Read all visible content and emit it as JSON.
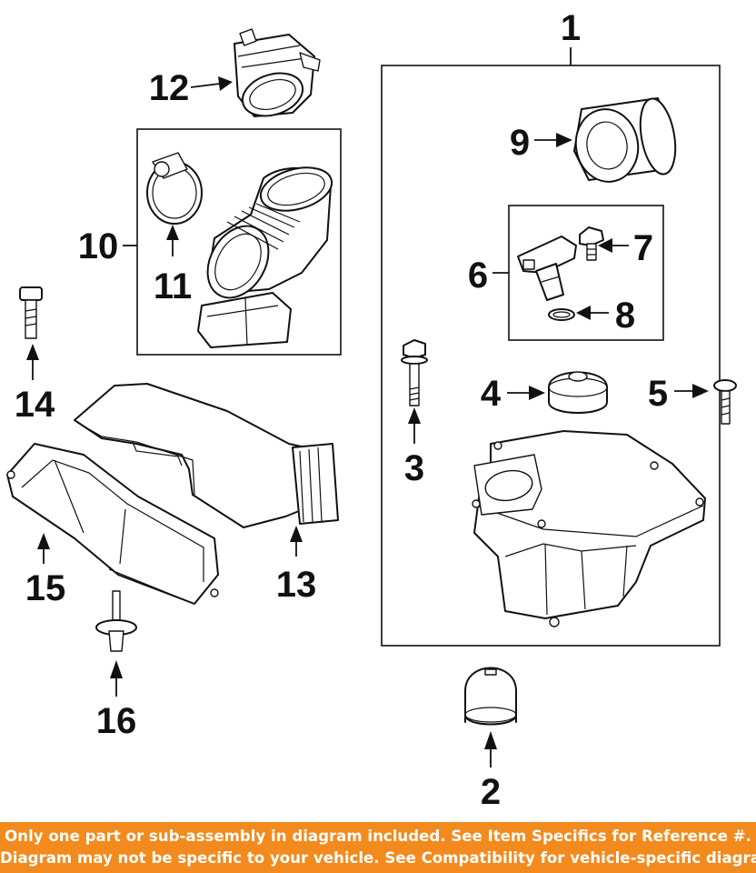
{
  "callouts": {
    "c1": "1",
    "c2": "2",
    "c3": "3",
    "c4": "4",
    "c5": "5",
    "c6": "6",
    "c7": "7",
    "c8": "8",
    "c9": "9",
    "c10": "10",
    "c11": "11",
    "c12": "12",
    "c13": "13",
    "c14": "14",
    "c15": "15",
    "c16": "16"
  },
  "banner": {
    "line1": "Only one part or sub-assembly in diagram included. See Item Specifics for Reference #.",
    "line2": "Diagram may not be specific to your vehicle. See Compatibility for vehicle-specific diagrams."
  },
  "colors": {
    "banner_bg": "#f28a1e",
    "banner_text": "#ffffff",
    "line_art": "#111111"
  }
}
